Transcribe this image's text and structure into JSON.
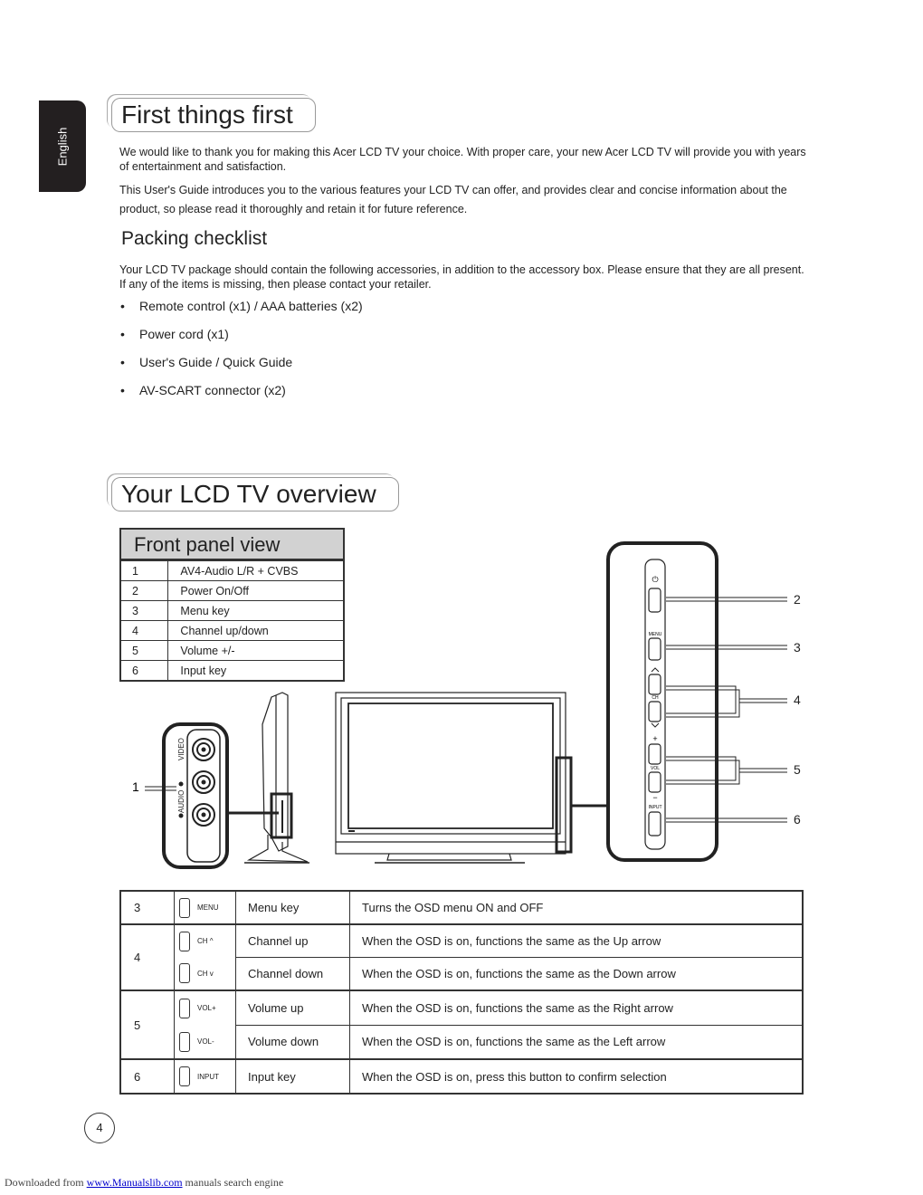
{
  "sidebar": {
    "language_tab": "English"
  },
  "section1": {
    "title": "First things first",
    "para1": "We would like to thank you for making this Acer LCD TV your choice. With proper care, your new Acer LCD TV will provide you with years of entertainment and satisfaction.",
    "para2": "This User's Guide introduces you to the various features your LCD TV can offer, and provides clear and concise information about the product, so please read it thoroughly and retain it for future reference."
  },
  "packing": {
    "title": "Packing checklist",
    "intro": "Your LCD TV package should contain the following accessories, in addition to the accessory box. Please ensure that they are all present. If any of the items is missing, then please contact your retailer.",
    "items": [
      "Remote control (x1) / AAA batteries (x2)",
      "Power cord (x1)",
      "User's Guide / Quick Guide",
      "AV-SCART connector (x2)"
    ]
  },
  "section2": {
    "title": "Your LCD TV overview"
  },
  "front_panel": {
    "title": "Front panel view",
    "rows": [
      {
        "num": "1",
        "label": "AV4-Audio L/R + CVBS"
      },
      {
        "num": "2",
        "label": "Power On/Off"
      },
      {
        "num": "3",
        "label": "Menu key"
      },
      {
        "num": "4",
        "label": "Channel up/down"
      },
      {
        "num": "5",
        "label": "Volume +/-"
      },
      {
        "num": "6",
        "label": "Input key"
      }
    ]
  },
  "diagram": {
    "side_jack_labels": {
      "video": "VIDEO",
      "audio": "AUDIO"
    },
    "callout_1": "1",
    "panel_labels": {
      "menu": "MENU",
      "ch": "CH",
      "vol": "VOL",
      "input": "INPUT",
      "plus": "+",
      "minus": "−"
    },
    "callouts": [
      "2",
      "3",
      "4",
      "5",
      "6"
    ]
  },
  "keys_table": {
    "groups": [
      {
        "num": "3",
        "rows": [
          {
            "icon": "MENU",
            "name": "Menu key",
            "desc": "Turns the OSD menu ON and OFF"
          }
        ]
      },
      {
        "num": "4",
        "rows": [
          {
            "icon": "CH ^",
            "name": "Channel up",
            "desc": "When the OSD is on, functions the same as the Up arrow"
          },
          {
            "icon": "CH v",
            "name": "Channel down",
            "desc": "When the OSD is on, functions the same as the Down arrow"
          }
        ]
      },
      {
        "num": "5",
        "rows": [
          {
            "icon": "VOL+",
            "name": "Volume up",
            "desc": "When the OSD is on, functions the same as the Right arrow"
          },
          {
            "icon": "VOL-",
            "name": "Volume down",
            "desc": "When the OSD is on, functions the same as the Left arrow"
          }
        ]
      },
      {
        "num": "6",
        "rows": [
          {
            "icon": "INPUT",
            "name": "Input key",
            "desc": "When the OSD is on, press this button to confirm selection"
          }
        ]
      }
    ]
  },
  "page_number": "4",
  "footer": {
    "prefix": "Downloaded from",
    "link": "www.Manualslib.com",
    "suffix": "manuals search engine"
  }
}
